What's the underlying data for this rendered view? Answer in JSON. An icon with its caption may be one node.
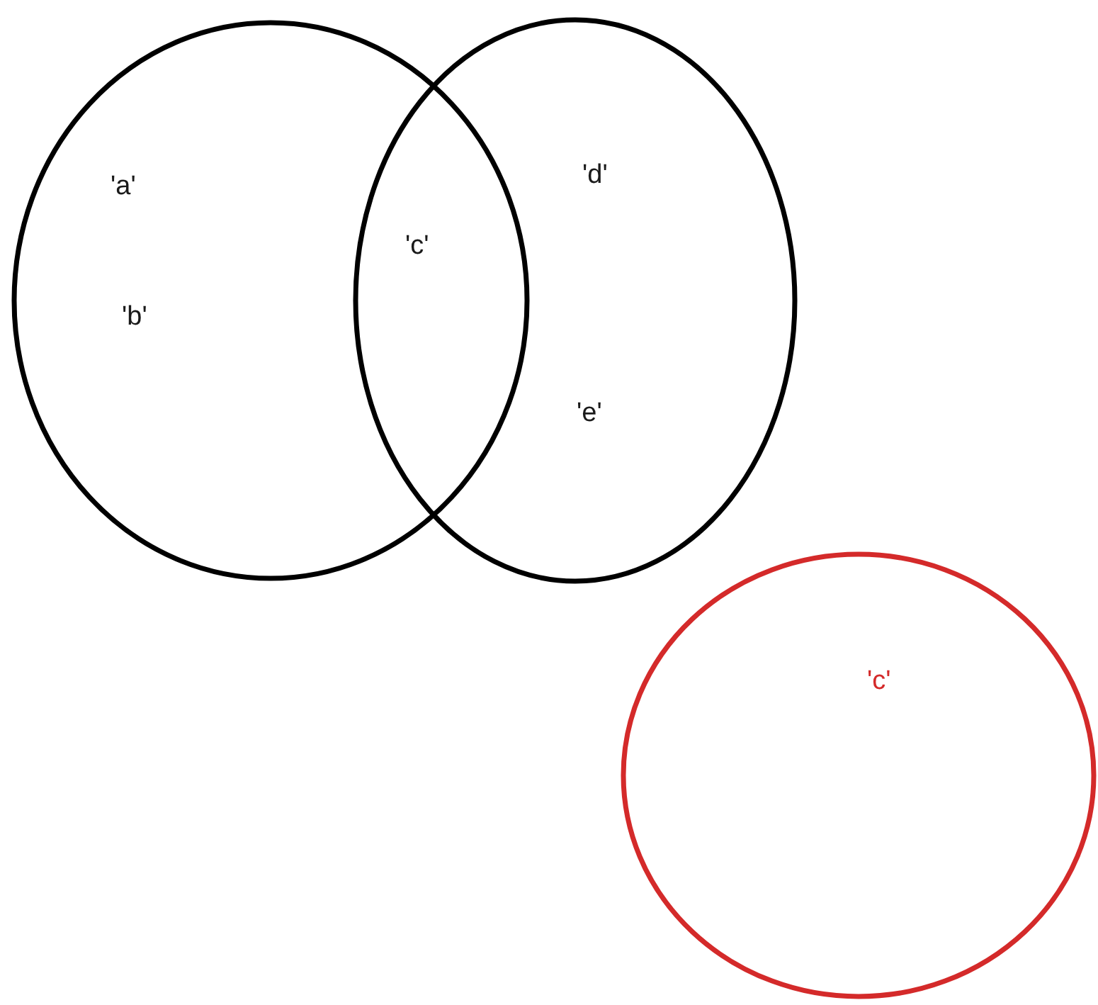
{
  "diagram": {
    "nodes": [
      {
        "text": [
          "'a'",
          "'b'"
        ]
      },
      {
        "text": [
          "'d'",
          "'e'"
        ]
      },
      {
        "text": [
          "'c'"
        ]
      }
    ],
    "labels": [
      "'c'"
    ]
  }
}
